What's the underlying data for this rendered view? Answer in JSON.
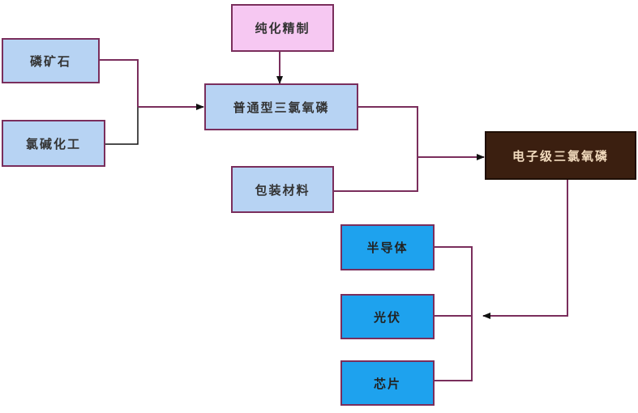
{
  "nodes": {
    "phosphate_ore": "磷矿石",
    "chlor_alkali": "氯碱化工",
    "purification": "纯化精制",
    "ordinary_pocl3": "普通型三氯氧磷",
    "packaging": "包装材料",
    "electronic_pocl3": "电子级三氯氧磷",
    "semiconductor": "半导体",
    "photovoltaic": "光伏",
    "chip": "芯片"
  },
  "colors": {
    "light_blue": "#b7d3f3",
    "pink": "#f6c8f2",
    "dark_brown": "#3b1f10",
    "bright_blue": "#1ea2ee",
    "connector": "#7a2e5c"
  }
}
